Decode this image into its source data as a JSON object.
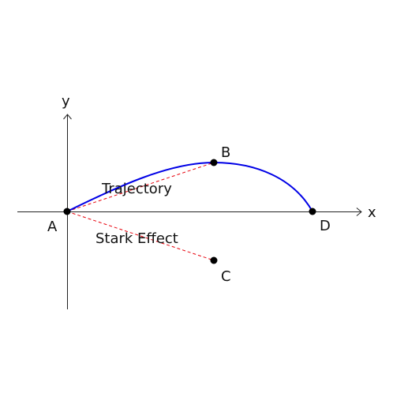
{
  "axes": {
    "x_label": "x",
    "y_label": "y"
  },
  "points": {
    "a": "A",
    "b": "B",
    "c": "C",
    "d": "D"
  },
  "annotations": {
    "trajectory": "Trajectory",
    "stark_effect": "Stark Effect"
  },
  "colors": {
    "curve": "#0000e6",
    "dashed_guide": "#e8000b",
    "axis": "#222222",
    "point": "#000000"
  }
}
